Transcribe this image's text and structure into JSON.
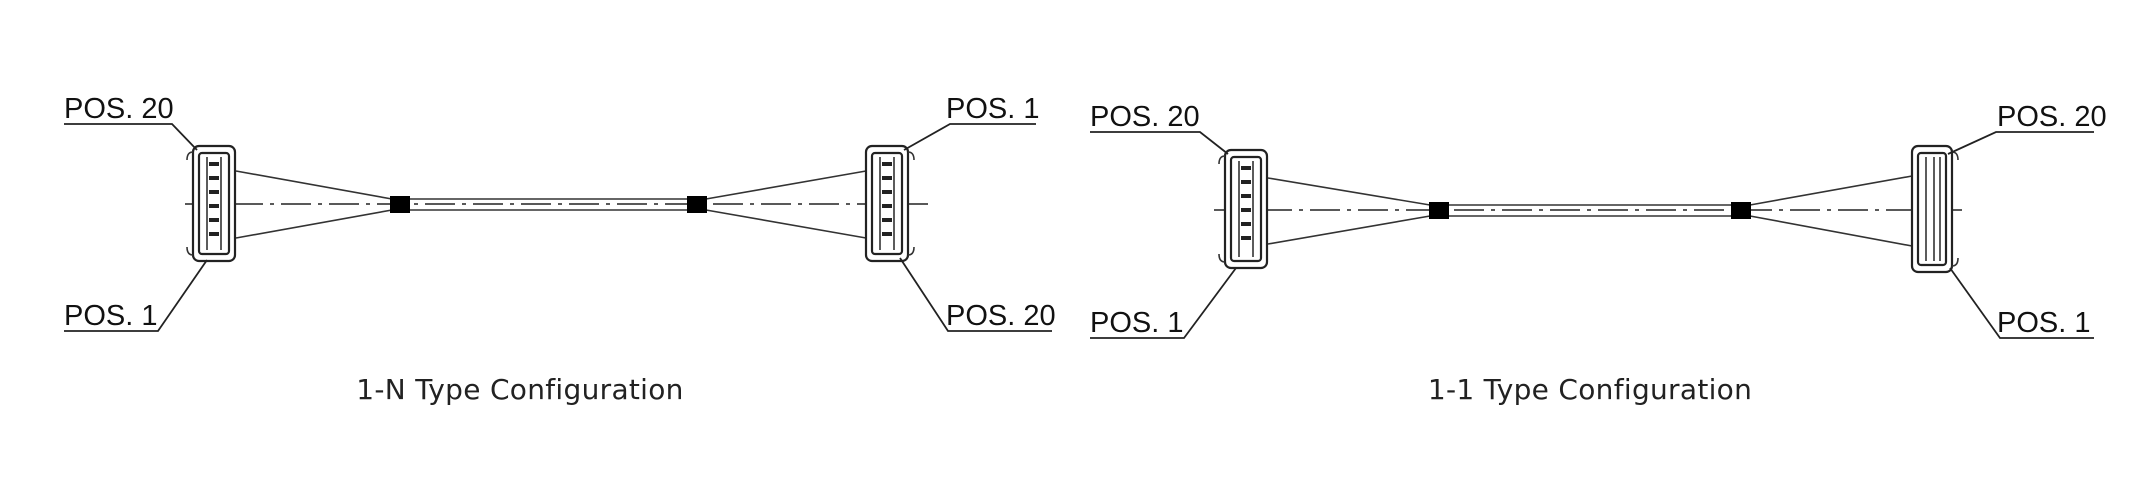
{
  "diagrams": [
    {
      "caption": "1-N Type Configuration",
      "left_top_label": "POS. 20",
      "left_bottom_label": "POS. 1",
      "right_top_label": "POS. 1",
      "right_bottom_label": "POS. 20"
    },
    {
      "caption": "1-1 Type Configuration",
      "left_top_label": "POS. 20",
      "left_bottom_label": "POS. 1",
      "right_top_label": "POS. 20",
      "right_bottom_label": "POS. 1"
    }
  ],
  "colors": {
    "line": "#222222",
    "background": "#ffffff"
  }
}
